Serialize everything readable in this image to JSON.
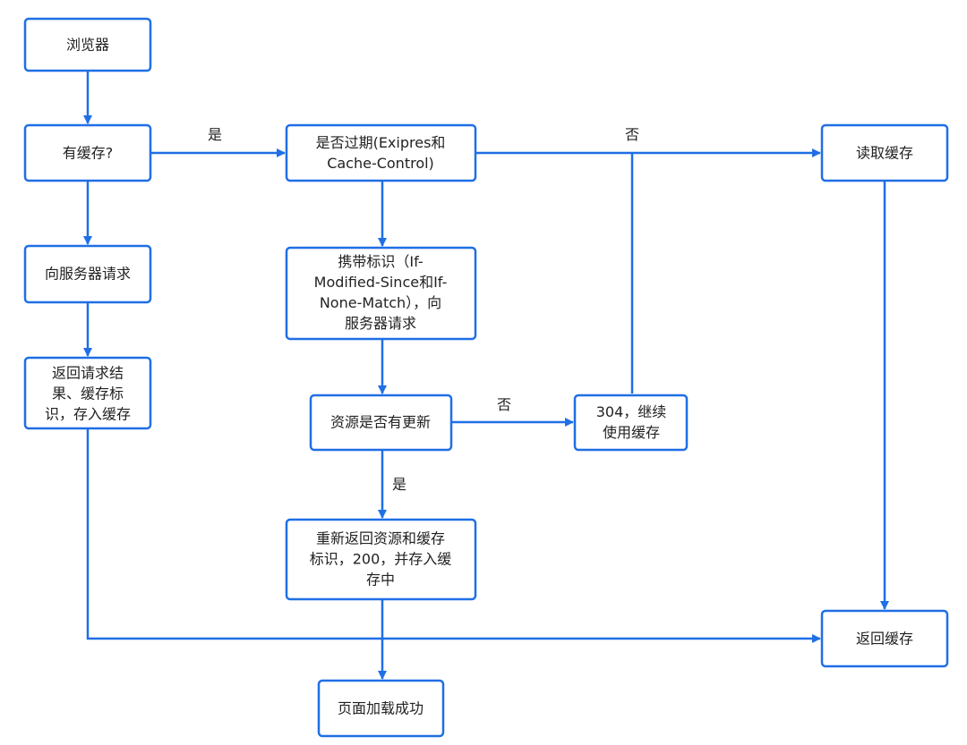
{
  "colors": {
    "accent": "#1f6fe5",
    "text": "#222222",
    "background": "#ffffff"
  },
  "nodes": {
    "browser": {
      "lines": [
        "浏览器"
      ]
    },
    "has_cache": {
      "lines": [
        "有缓存?"
      ]
    },
    "request_server": {
      "lines": [
        "向服务器请求"
      ]
    },
    "return_result": {
      "lines": [
        "返回请求结",
        "果、缓存标",
        "识，存入缓存"
      ]
    },
    "expired": {
      "lines": [
        "是否过期(Exipres和",
        "Cache-Control)"
      ]
    },
    "carry_flags": {
      "lines": [
        "携带标识（If-",
        "Modified-Since和If-",
        "None-Match），向",
        "服务器请求"
      ]
    },
    "resource_updated": {
      "lines": [
        "资源是否有更新"
      ]
    },
    "not_modified": {
      "lines": [
        "304，继续",
        "使用缓存"
      ]
    },
    "return_new": {
      "lines": [
        "重新返回资源和缓存",
        "标识，200，并存入缓",
        "存中"
      ]
    },
    "page_loaded": {
      "lines": [
        "页面加载成功"
      ]
    },
    "read_cache": {
      "lines": [
        "读取缓存"
      ]
    },
    "return_cache": {
      "lines": [
        "返回缓存"
      ]
    }
  },
  "edge_labels": {
    "yes_1": "是",
    "no_1": "否",
    "no_2": "否",
    "yes_2": "是"
  }
}
